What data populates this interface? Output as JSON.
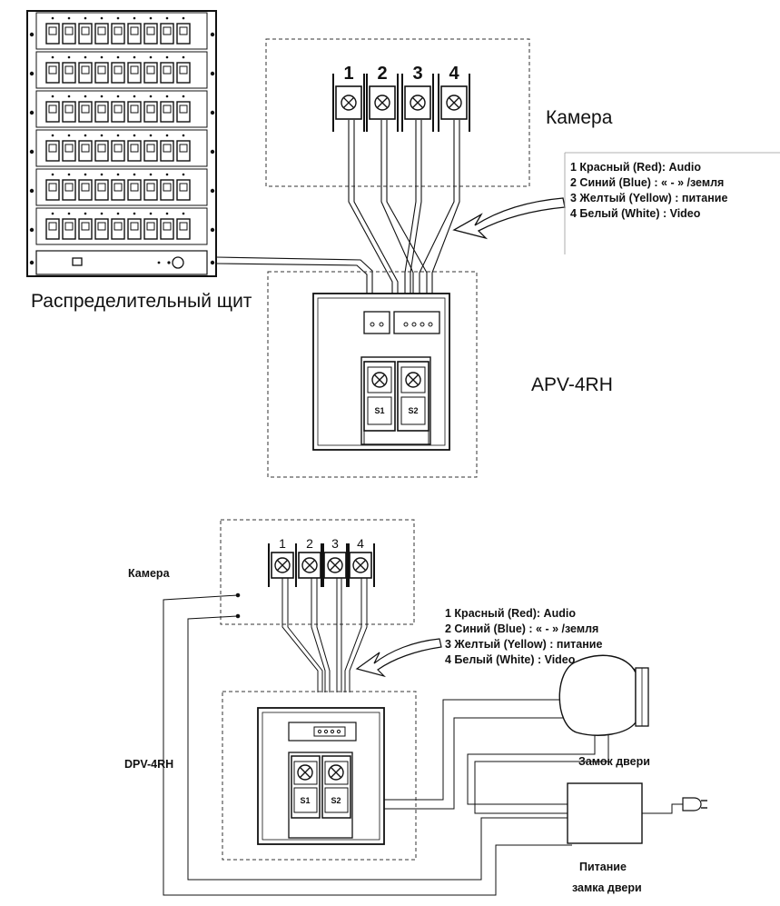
{
  "top": {
    "distribution_board_label": "Распределительный щит",
    "camera_label": "Камера",
    "panel_label": "APV-4RH",
    "terminal_numbers": [
      "1",
      "2",
      "3",
      "4"
    ],
    "legend": [
      "1 Красный (Red): Audio",
      "2 Синий (Blue) : « - » /земля",
      "3 Желтый (Yellow) : питание",
      "4 Белый (White) : Video"
    ],
    "switch_labels": [
      "S1",
      "S2"
    ]
  },
  "bottom": {
    "camera_label": "Камера",
    "panel_label": "DPV-4RH",
    "terminal_numbers": [
      "1",
      "2",
      "3",
      "4"
    ],
    "legend": [
      "1 Красный (Red): Audio",
      "2 Синий (Blue) : « - » /земля",
      "3 Желтый (Yellow) : питание",
      "4 Белый (White) : Video"
    ],
    "switch_labels": [
      "S1",
      "S2"
    ],
    "door_lock_label": "Замок двери",
    "power_label_line1": "Питание",
    "power_label_line2": "замка двери"
  }
}
